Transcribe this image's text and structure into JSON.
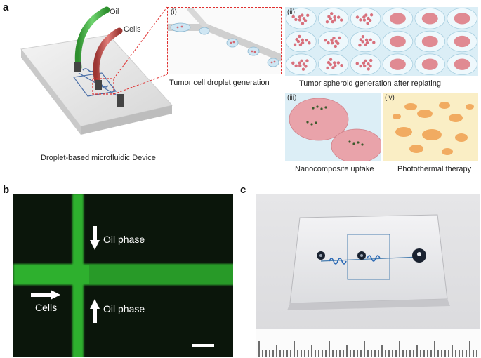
{
  "panel_a": {
    "label": "a",
    "oil_tube_label": "Oil",
    "cells_tube_label": "Cells",
    "device_caption": "Droplet-based microfluidic Device",
    "inset_i": {
      "numeral": "(i)",
      "caption": "Tumor cell droplet generation"
    },
    "inset_ii": {
      "numeral": "(ii)",
      "caption": "Tumor spheroid generation after replating"
    },
    "inset_iii": {
      "numeral": "(iii)",
      "caption": "Nanocomposite uptake"
    },
    "inset_iv": {
      "numeral": "(iv)",
      "caption": "Photothermal therapy"
    }
  },
  "panel_b": {
    "label": "b",
    "oil_phase_top": "Oil phase",
    "cells": "Cells",
    "oil_phase_bottom": "Oil phase"
  },
  "panel_c": {
    "label": "c"
  },
  "colors": {
    "fluorescent_green": "#2fb02f",
    "dark_background": "#0b160b",
    "tube_green": "#3aa63a",
    "tube_red": "#c0504d",
    "dashed_red": "#e03030",
    "spheroid_pink": "#e08a92",
    "photothermal_orange": "#f0a050"
  },
  "icons": [
    "arrow-down-icon",
    "arrow-right-icon",
    "arrow-up-icon"
  ]
}
